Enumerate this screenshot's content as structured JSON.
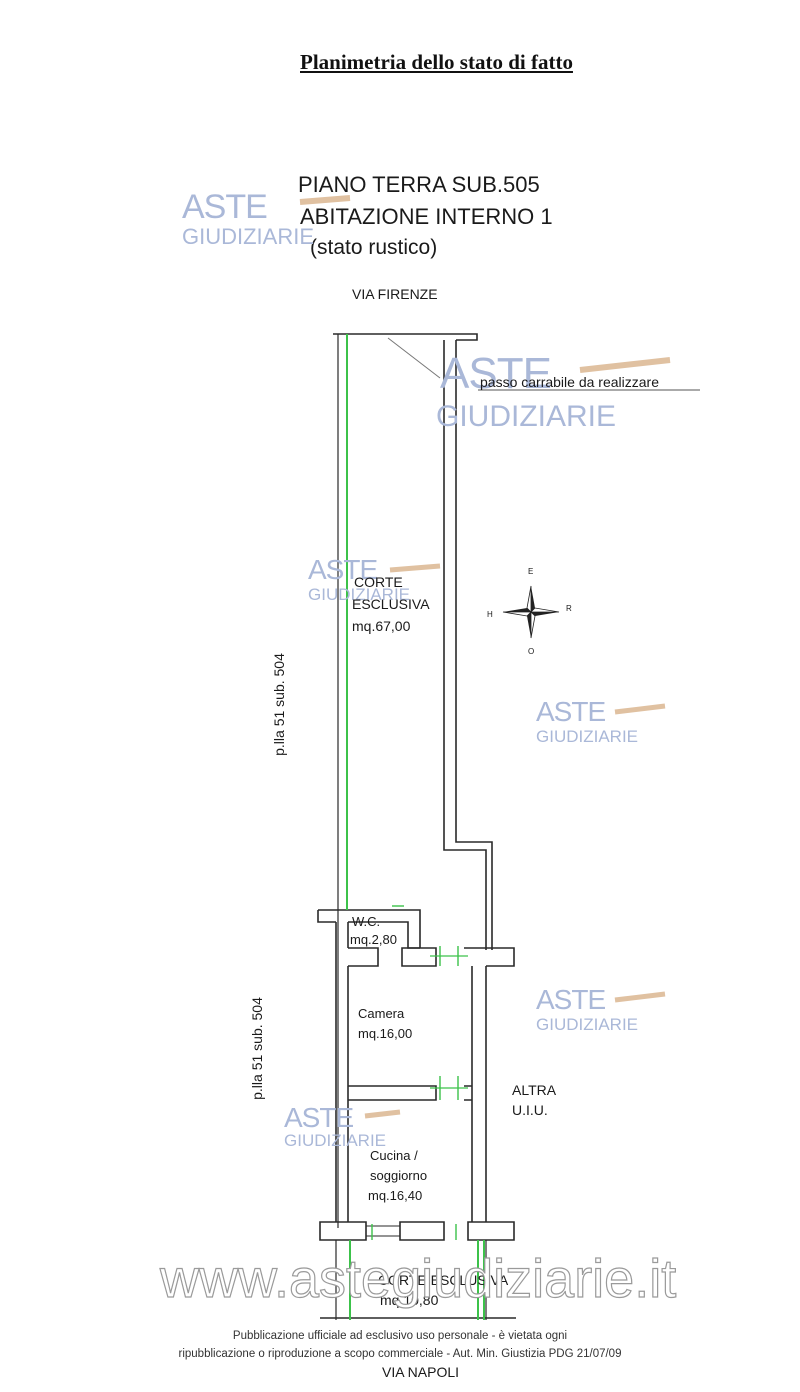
{
  "title": "Planimetria dello stato di fatto",
  "header": {
    "line1": "PIANO TERRA  SUB.505",
    "line2": "ABITAZIONE INTERNO 1",
    "line3": "(stato rustico)"
  },
  "streets": {
    "north": "VIA FIRENZE",
    "south": "VIA NAPOLI"
  },
  "annotation_driveway": "passo carrabile da realizzare",
  "rooms": {
    "courtyard_north": {
      "name1": "CORTE",
      "name2": "ESCLUSIVA",
      "area": "mq.67,00"
    },
    "wc": {
      "name": "W.C.",
      "area": "mq.2,80"
    },
    "bedroom": {
      "name": "Camera",
      "area": "mq.16,00"
    },
    "kitchen": {
      "name1": "Cucina /",
      "name2": "soggiorno",
      "area": "mq.16,40"
    },
    "courtyard_south": {
      "name": "CORTE ESCLUSIVA",
      "area": "mq.10,80"
    },
    "other_unit": {
      "line1": "ALTRA",
      "line2": "U.I.U."
    }
  },
  "side_labels": {
    "upper": "p.lla 51 sub. 504",
    "lower": "p.lla 51 sub. 504"
  },
  "compass": {
    "n": "E",
    "e": "R",
    "s": "O",
    "w": "H"
  },
  "watermark": {
    "aste": "ASTE",
    "giudiziarie": "GIUDIZIARIE",
    "site": "www.astegiudiziarie.it"
  },
  "footer": {
    "line1": "Pubblicazione ufficiale ad esclusivo uso personale - è vietata ogni",
    "line2": "ripubblicazione o riproduzione a scopo commerciale - Aut. Min. Giustizia PDG 21/07/09"
  },
  "colors": {
    "wall": "#2a2a2a",
    "boundary_green": "#3cc24a",
    "watermark": "#aab8d8"
  }
}
